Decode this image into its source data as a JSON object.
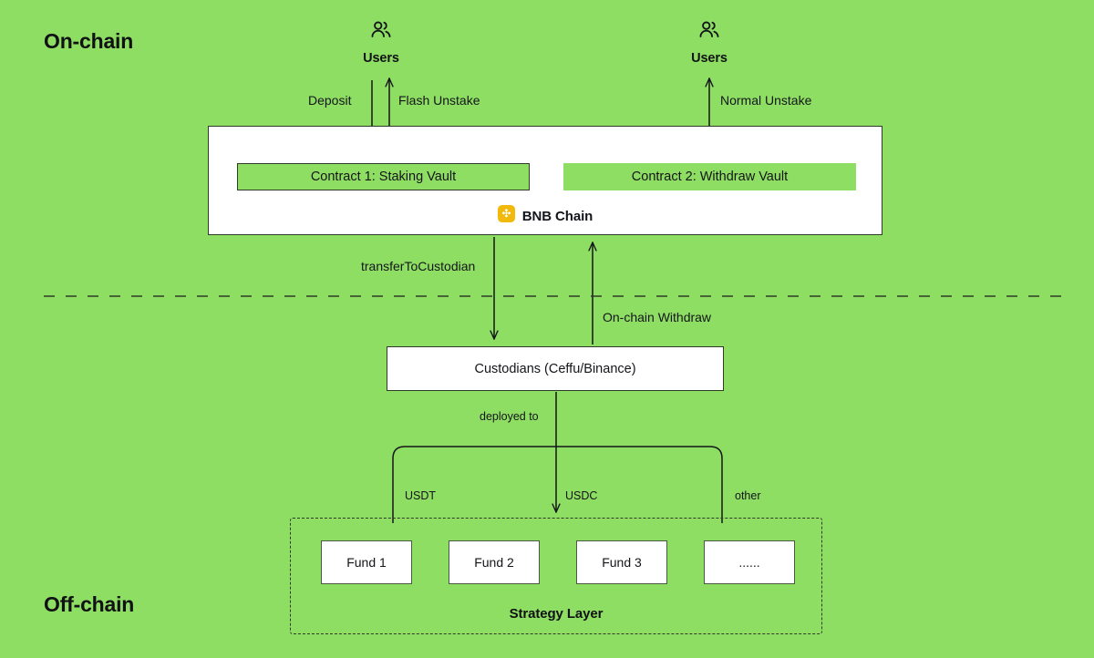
{
  "diagram": {
    "background_color": "#8ede63",
    "stroke_color": "#14151a",
    "sections": {
      "onchain_title": "On-chain",
      "offchain_title": "Off-chain"
    },
    "actors": [
      {
        "id": "users-left",
        "icon": "users-icon",
        "label": "Users"
      },
      {
        "id": "users-right",
        "icon": "users-icon",
        "label": "Users"
      }
    ],
    "chain_box": {
      "name": "BNB Chain",
      "logo_icon": "bnb-chain-logo-icon",
      "logo_color": "#f0b90b",
      "contracts": [
        {
          "id": "contract-1",
          "label": "Contract 1: Staking Vault"
        },
        {
          "id": "contract-2",
          "label": "Contract 2: Withdraw Vault"
        }
      ]
    },
    "custodians": {
      "label": "Custodians (Ceffu/Binance)"
    },
    "edges": [
      {
        "id": "deposit",
        "label": "Deposit",
        "direction": "down"
      },
      {
        "id": "flash-unstake",
        "label": "Flash Unstake",
        "direction": "up"
      },
      {
        "id": "normal-unstake",
        "label": "Normal Unstake",
        "direction": "up"
      },
      {
        "id": "transfer-to-custodian",
        "label": "transferToCustodian",
        "direction": "down"
      },
      {
        "id": "on-chain-withdraw",
        "label": "On-chain Withdraw",
        "direction": "up"
      },
      {
        "id": "deployed-to",
        "label": "deployed to",
        "direction": "down"
      },
      {
        "id": "usdt",
        "label": "USDT",
        "direction": "down"
      },
      {
        "id": "usdc",
        "label": "USDC",
        "direction": "down"
      },
      {
        "id": "other",
        "label": "other",
        "direction": "down"
      }
    ],
    "strategy_layer": {
      "caption": "Strategy Layer",
      "funds": [
        {
          "label": "Fund 1"
        },
        {
          "label": "Fund 2"
        },
        {
          "label": "Fund 3"
        },
        {
          "label": "......"
        }
      ]
    }
  }
}
